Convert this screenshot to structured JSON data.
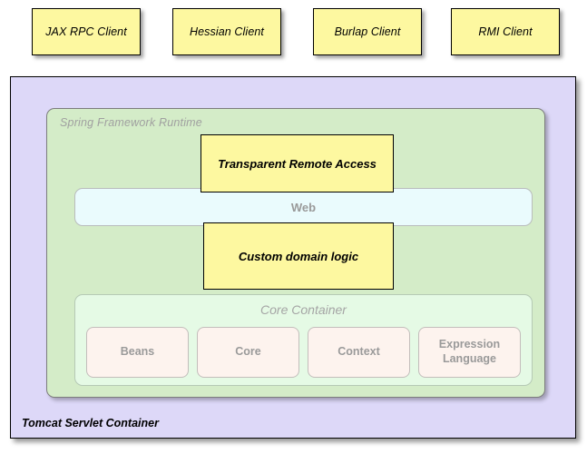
{
  "clients": [
    {
      "label": "JAX RPC Client"
    },
    {
      "label": "Hessian Client"
    },
    {
      "label": "Burlap Client"
    },
    {
      "label": "RMI Client"
    }
  ],
  "servlet_container": {
    "label": "Tomcat Servlet Container",
    "fill": "#ddd8f8"
  },
  "spring_runtime": {
    "label": "Spring Framework Runtime",
    "fill": "#d4ecc8"
  },
  "web_layer": {
    "label": "Web",
    "fill": "#eafbfd"
  },
  "core_container": {
    "title": "Core Container",
    "fill": "#e5fae5",
    "modules": [
      {
        "label": "Beans"
      },
      {
        "label": "Core"
      },
      {
        "label": "Context"
      },
      {
        "label": "Expression Language"
      }
    ]
  },
  "overlays": [
    {
      "label": "Transparent Remote Access",
      "fill": "#fdf8a0"
    },
    {
      "label": "Custom domain logic",
      "fill": "#fdf8a0"
    }
  ]
}
